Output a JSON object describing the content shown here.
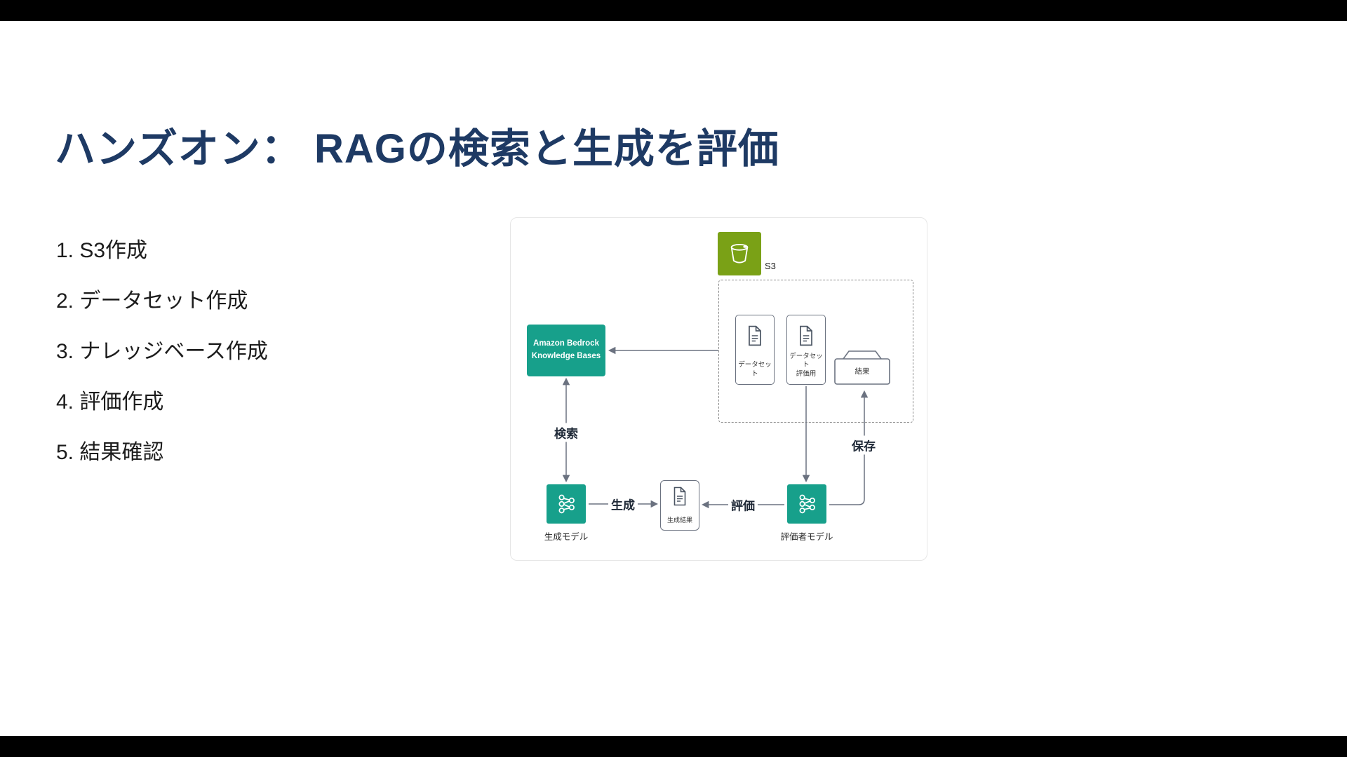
{
  "title": "ハンズオン： RAGの検索と生成を評価",
  "steps": [
    {
      "label": "1. S3作成"
    },
    {
      "label": "2. データセット作成"
    },
    {
      "label": "3. ナレッジベース作成"
    },
    {
      "label": "4. 評価作成"
    },
    {
      "label": "5. 結果確認"
    }
  ],
  "diagram": {
    "s3": {
      "label": "S3"
    },
    "dataset_doc": {
      "label": "データセット"
    },
    "dataset_eval_doc": {
      "label_line1": "データセット",
      "label_line2": "評価用"
    },
    "result_folder": {
      "label": "結果"
    },
    "knowledge_base": {
      "label_line1": "Amazon Bedrock",
      "label_line2": "Knowledge Bases"
    },
    "gen_result_doc": {
      "label": "生成結果"
    },
    "gen_model": {
      "label": "生成モデル"
    },
    "eval_model": {
      "label": "評価者モデル"
    },
    "edges": {
      "search": "検索",
      "generate": "生成",
      "evaluate": "評価",
      "save": "保存"
    }
  },
  "colors": {
    "title": "#1e3a64",
    "teal": "#17a08b",
    "s3_green": "#7aa116",
    "line_gray": "#6b7280",
    "frame_bars": "#000000"
  }
}
